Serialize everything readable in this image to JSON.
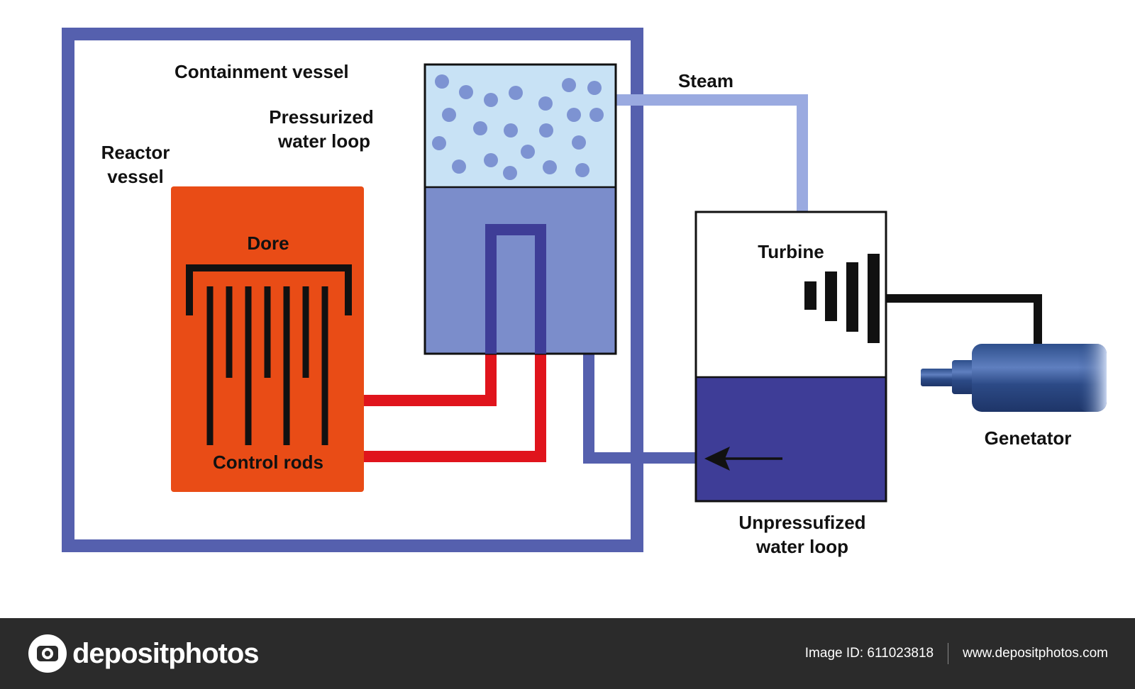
{
  "labels": {
    "containment_vessel": "Containment vessel",
    "pressurized_line1": "Pressurized",
    "pressurized_line2": "water loop",
    "reactor_line1": "Reactor",
    "reactor_line2": "vessel",
    "core": "Dore",
    "control_rods": "Control rods",
    "steam": "Steam",
    "turbine": "Turbine",
    "generator": "Genetator",
    "unpressurized_line1": "Unpressufized",
    "unpressurized_line2": "water loop"
  },
  "footer": {
    "brand": "depositphotos",
    "image_id": "Image ID: 611023818",
    "website": "www.depositphotos.com"
  },
  "colors": {
    "containment": "#5560AE",
    "reactor_core": "#E94C16",
    "hot_pipe": "#E0141C",
    "steam_pipe": "#9AAAE0",
    "steam_space": "#C8E2F5",
    "steam_bubble": "#7D93D2",
    "generator_water": "#7B8DCB",
    "condensate": "#3E3D97",
    "footer_bg": "#2b2b2b"
  }
}
